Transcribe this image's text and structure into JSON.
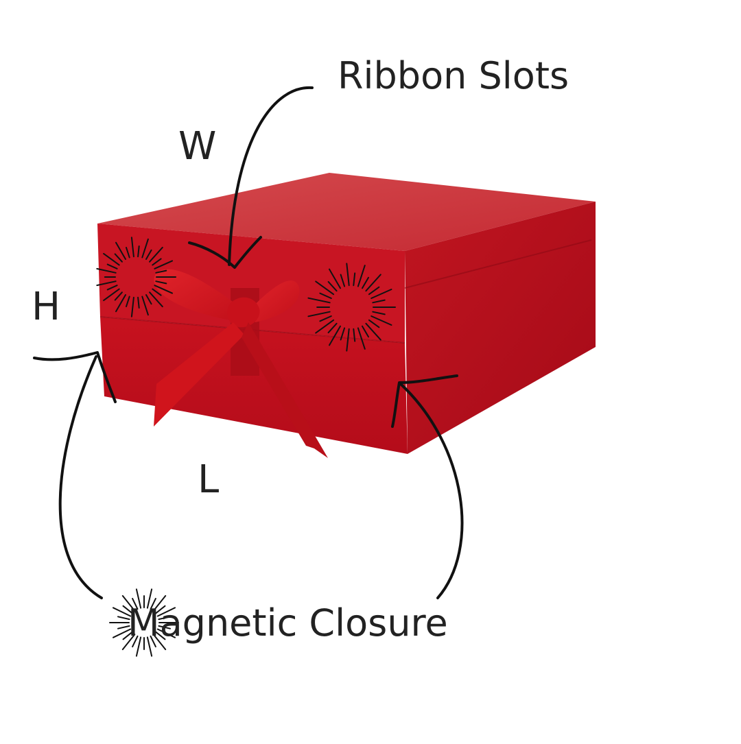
{
  "labels": {
    "ribbon_slots": "Ribbon Slots",
    "width": "W",
    "height": "H",
    "length": "L",
    "magnetic_closure": "Magnetic Closure"
  },
  "colors": {
    "box_front": "#c0101e",
    "box_side": "#b80d1c",
    "box_top": "#cc3a40",
    "ribbon": "#d8141e",
    "ink": "#111111",
    "background": "#ffffff"
  },
  "icons": {
    "burst": "sparkle-burst-icon",
    "arrow": "curved-arrow"
  }
}
